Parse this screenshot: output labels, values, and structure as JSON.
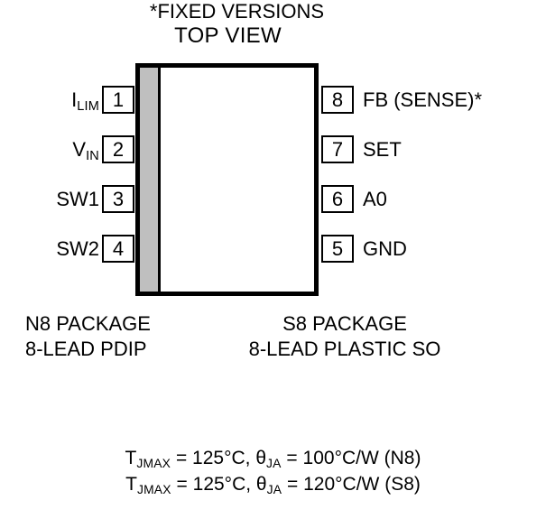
{
  "diagram": {
    "title": "TOP VIEW",
    "pins_left": [
      {
        "number": "1",
        "label_main": "I",
        "label_sub": "LIM",
        "label_tail": ""
      },
      {
        "number": "2",
        "label_main": "V",
        "label_sub": "IN",
        "label_tail": ""
      },
      {
        "number": "3",
        "label_main": "SW1",
        "label_sub": "",
        "label_tail": ""
      },
      {
        "number": "4",
        "label_main": "SW2",
        "label_sub": "",
        "label_tail": ""
      }
    ],
    "pins_right": [
      {
        "number": "8",
        "label": "FB (SENSE)*"
      },
      {
        "number": "7",
        "label": "SET"
      },
      {
        "number": "6",
        "label": "A0"
      },
      {
        "number": "5",
        "label": "GND"
      }
    ],
    "colors": {
      "outline": "#000000",
      "stripe": "#bfbfbf",
      "body": "#ffffff",
      "text": "#000000"
    }
  },
  "captions": {
    "n8_line1": "N8 PACKAGE",
    "n8_line2": "8-LEAD PDIP",
    "s8_line1": "S8 PACKAGE",
    "s8_line2": "8-LEAD PLASTIC SO",
    "footnote": "*FIXED VERSIONS"
  },
  "thermal": {
    "line1": {
      "t_symbol": "T",
      "t_sub": "JMAX",
      "t_value": " = 125°C, ",
      "theta_symbol": "θ",
      "theta_sub": "JA",
      "theta_value": " = 100°C/W (N8)"
    },
    "line2": {
      "t_symbol": "T",
      "t_sub": "JMAX",
      "t_value": " = 125°C, ",
      "theta_symbol": "θ",
      "theta_sub": "JA",
      "theta_value": " = 120°C/W (S8)"
    }
  }
}
